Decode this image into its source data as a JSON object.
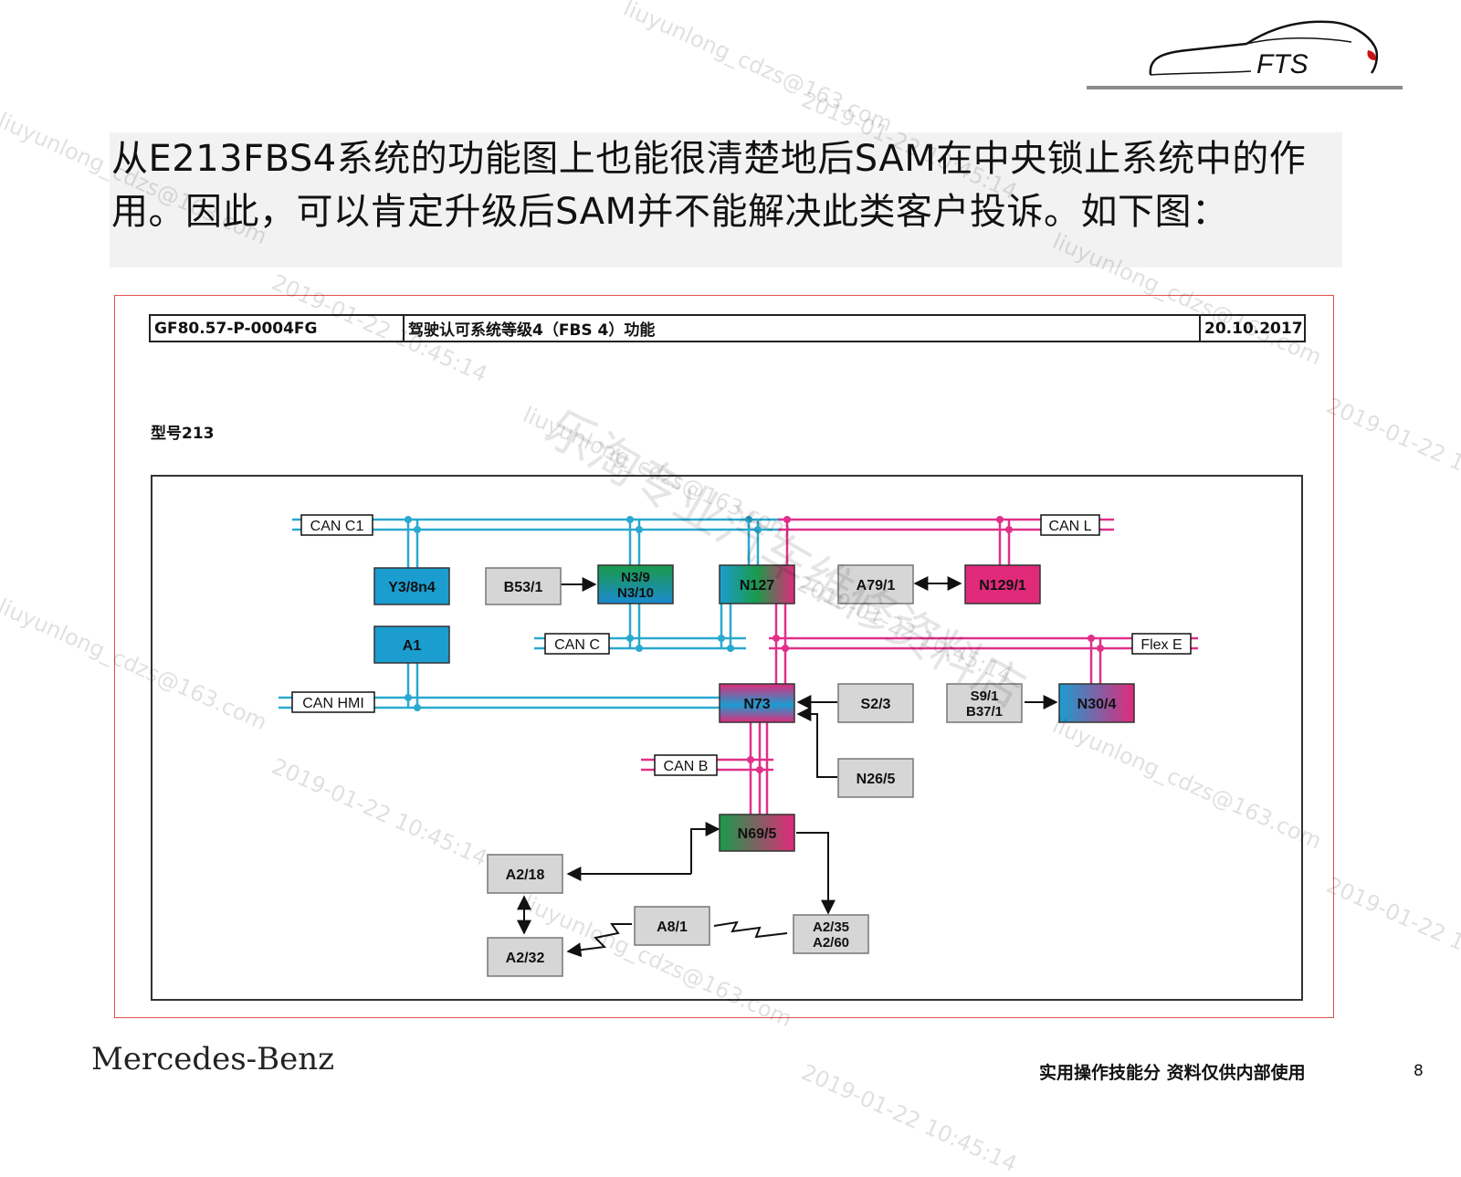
{
  "logo": {
    "text": "FTS",
    "icon": "sports-car-outline-icon",
    "accent": "#d01010"
  },
  "intro": {
    "text": "从E213FBS4系统的功能图上也能很清楚地后SAM在中央锁止系统中的作用。因此，可以肯定升级后SAM并不能解决此类客户投诉。如下图："
  },
  "figure": {
    "doc_id": "GF80.57-P-0004FG",
    "doc_title": "驾驶认可系统等级4（FBS 4）功能",
    "doc_date": "20.10.2017",
    "model_label": "型号213",
    "buses": {
      "can_c1": "CAN C1",
      "can_l": "CAN L",
      "can_c": "CAN C",
      "flex_e": "Flex E",
      "can_hmi": "CAN HMI",
      "can_b": "CAN B"
    },
    "nodes": {
      "y3_8n4": "Y3/8n4",
      "a1": "A1",
      "b53_1": "B53/1",
      "n3_9": "N3/9",
      "n3_10": "N3/10",
      "n127": "N127",
      "a79_1": "A79/1",
      "n129_1": "N129/1",
      "n73": "N73",
      "s2_3": "S2/3",
      "s9_1": "S9/1",
      "b37_1": "B37/1",
      "n30_4": "N30/4",
      "n26_5": "N26/5",
      "n69_5": "N69/5",
      "a2_18": "A2/18",
      "a8_1": "A8/1",
      "a2_32": "A2/32",
      "a2_35": "A2/35",
      "a2_60": "A2/60"
    },
    "colors": {
      "can_blue": "#29a9cf",
      "can_pink": "#e0308a",
      "blue_box": "#1b9dd0",
      "green_box": "#1a9a4a",
      "pink_box": "#e02a7a",
      "gray_box": "#d6d6d6"
    }
  },
  "watermarks": {
    "email": "liuyunlong_cdzs@163.com",
    "timestamp": "2019-01-22 10:45:14",
    "shop": "乐淘专业汽车维修资料店"
  },
  "footer": {
    "brand": "Mercedes-Benz",
    "note": "实用操作技能分 资料仅供内部使用",
    "page": "8"
  }
}
